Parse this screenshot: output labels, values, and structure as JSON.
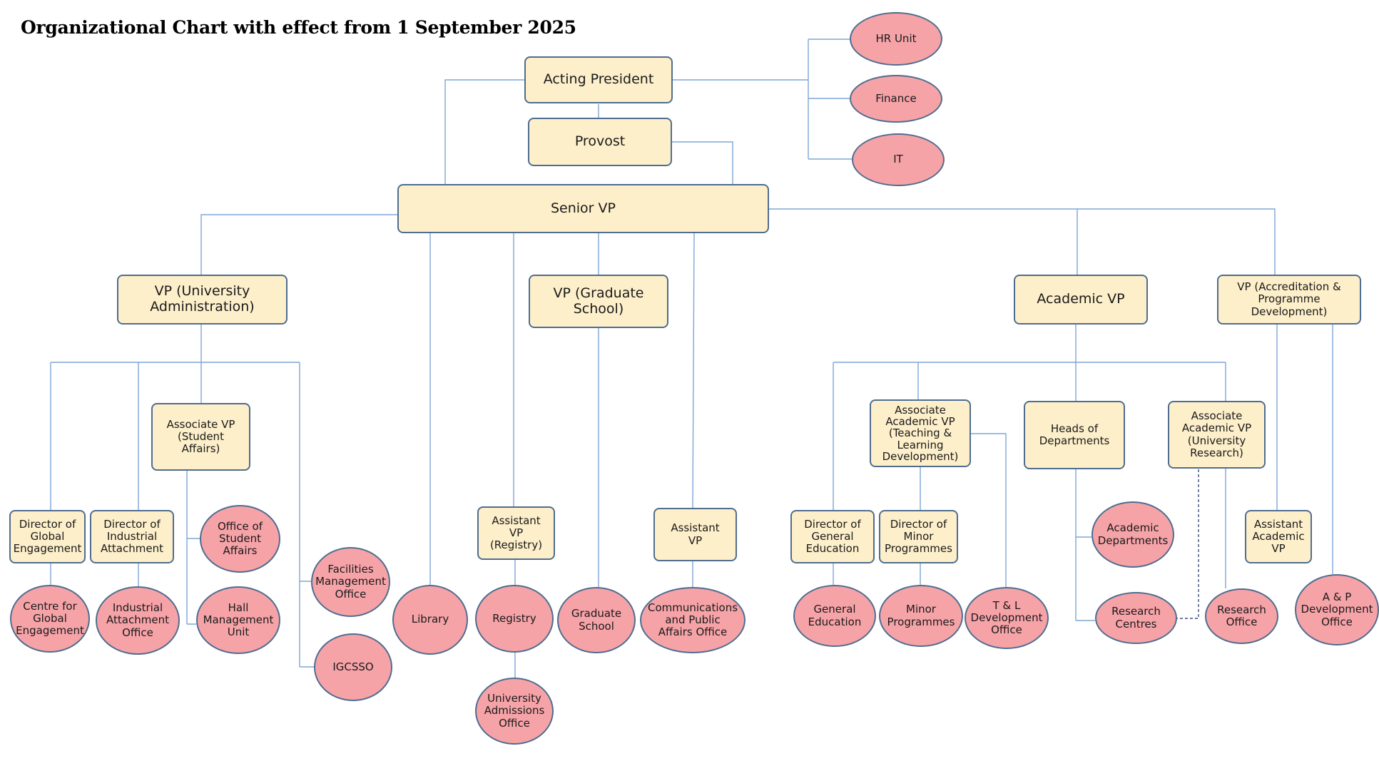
{
  "title": "Organizational Chart with effect from 1 September 2025",
  "colors": {
    "box_fill": "#fdefca",
    "oval_fill": "#f6a3a8",
    "border": "#4f6d8f",
    "connector": "#7ea6d6"
  },
  "nodes": {
    "acting_president": "Acting President",
    "provost": "Provost",
    "hr_unit": "HR Unit",
    "finance": "Finance",
    "it": "IT",
    "senior_vp": "Senior VP",
    "vp_univ_admin": "VP (University Administration)",
    "vp_grad_school": "VP (Graduate School)",
    "academic_vp": "Academic VP",
    "vp_accreditation": "VP (Accreditation & Programme Development)",
    "assoc_vp_student_affairs": "Associate VP (Student Affairs)",
    "director_global_engagement": "Director of Global Engagement",
    "director_industrial_attachment": "Director of Industrial Attachment",
    "office_student_affairs": "Office of Student Affairs",
    "hall_management_unit": "Hall Management Unit",
    "facilities_management_office": "Facilities Management Office",
    "igcsso": "IGCSSO",
    "centre_global_engagement": "Centre for Global Engagement",
    "industrial_attachment_office": "Industrial Attachment Office",
    "library": "Library",
    "assistant_vp_registry": "Assistant VP (Registry)",
    "registry": "Registry",
    "university_admissions_office": "University Admissions Office",
    "graduate_school": "Graduate School",
    "assistant_vp_comms": "Assistant VP",
    "communications_office": "Communications and Public Affairs Office",
    "assoc_academic_vp_tld": "Associate Academic VP (Teaching & Learning Development)",
    "heads_of_departments": "Heads of Departments",
    "assoc_academic_vp_research": "Associate Academic VP (University Research)",
    "director_general_education": "Director of General Education",
    "director_minor_programmes": "Director of Minor Programmes",
    "general_education": "General Education",
    "minor_programmes": "Minor Programmes",
    "tl_development_office": "T & L Development Office",
    "academic_departments": "Academic Departments",
    "research_centres": "Research Centres",
    "research_office": "Research Office",
    "assistant_academic_vp": "Assistant Academic VP",
    "ap_development_office": "A & P Development Office"
  }
}
